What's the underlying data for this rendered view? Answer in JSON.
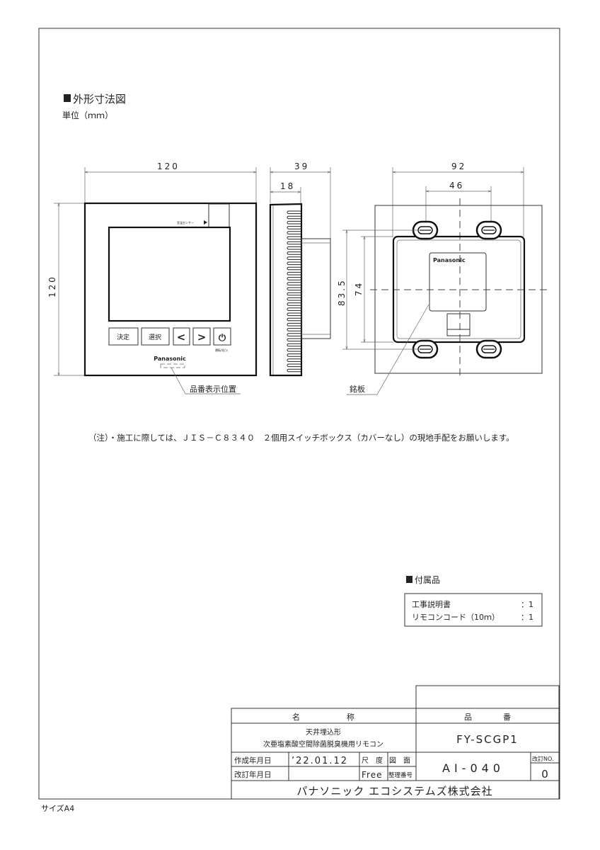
{
  "header": {
    "title": "外形寸法図",
    "unit": "単位（ｍｍ）"
  },
  "front_view": {
    "width_dim": "120",
    "height_dim": "120",
    "buttons": [
      "決定",
      "選択",
      "<",
      ">",
      "⏻"
    ],
    "power_caption": "運転/切/入",
    "brand": "Panasonic",
    "sensor_caption": "室温センサー",
    "model_label_callout": "品番表示位置"
  },
  "side_view": {
    "depth_dim": "39",
    "front_depth_dim": "18"
  },
  "back_view": {
    "width_dim": "92",
    "hole_pitch_dim": "46",
    "height_dim": "83.5",
    "inner_height_dim": "74",
    "brand": "Panasonic",
    "nameplate_callout": "銘板"
  },
  "note": "（注）・施工に際しては、ＪＩＳ－Ｃ８３４０　２個用スイッチボックス（カバーなし）の現地手配をお願いします。",
  "accessories": {
    "title": "付属品",
    "items": [
      {
        "name": "工事説明書",
        "qty": "：1"
      },
      {
        "name": "リモコンコード（10ｍ）",
        "qty": "：1"
      }
    ]
  },
  "title_block": {
    "name_header": "名　　　　　　称",
    "part_header": "品　　　　番",
    "name_line1": "天井埋込形",
    "name_line2": "次亜塩素酸空間除菌脱臭機用リモコン",
    "part_number": "FY-SCGP1",
    "created_label": "作成年月日",
    "created_date": "’22.01.12",
    "revised_label": "改訂年月日",
    "revised_date": "",
    "scale_label": "尺　度",
    "scale_value": "Free",
    "drawing_label": "図　面",
    "drawing_label2": "整理番号",
    "drawing_number": "AI-040",
    "revision_label": "改訂NO.",
    "revision_value": "0",
    "company": "パナソニック エコシステムズ株式会社"
  },
  "paper_size": "サイズA4"
}
